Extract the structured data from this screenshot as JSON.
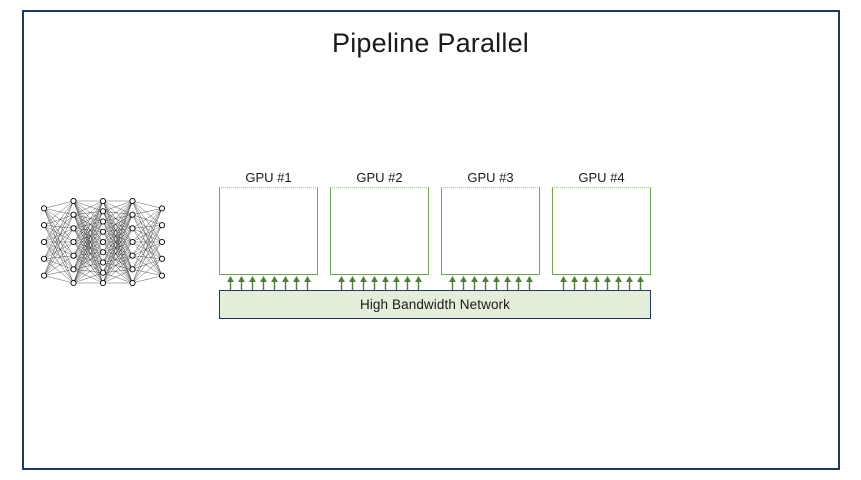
{
  "slide": {
    "title": "Pipeline Parallel",
    "frame_color": "#1f3864",
    "background": "#ffffff"
  },
  "model_diagram": {
    "name": "neural-network",
    "layer_sizes": [
      5,
      7,
      9,
      7,
      5
    ],
    "node_fill": "#ffffff",
    "node_stroke": "#000000",
    "edge_color": "#000000"
  },
  "gpus": [
    {
      "label": "GPU #1",
      "arrow_count": 8
    },
    {
      "label": "GPU #2",
      "arrow_count": 8
    },
    {
      "label": "GPU #3",
      "arrow_count": 8
    },
    {
      "label": "GPU #4",
      "arrow_count": 8
    }
  ],
  "gpu_style": {
    "border_color": "#6aa84f",
    "fill": "#ffffff",
    "arrow_color": "#4e7f37"
  },
  "network": {
    "label": "High Bandwidth Network",
    "fill": "#e2eeda",
    "border_color": "#1f3864"
  }
}
